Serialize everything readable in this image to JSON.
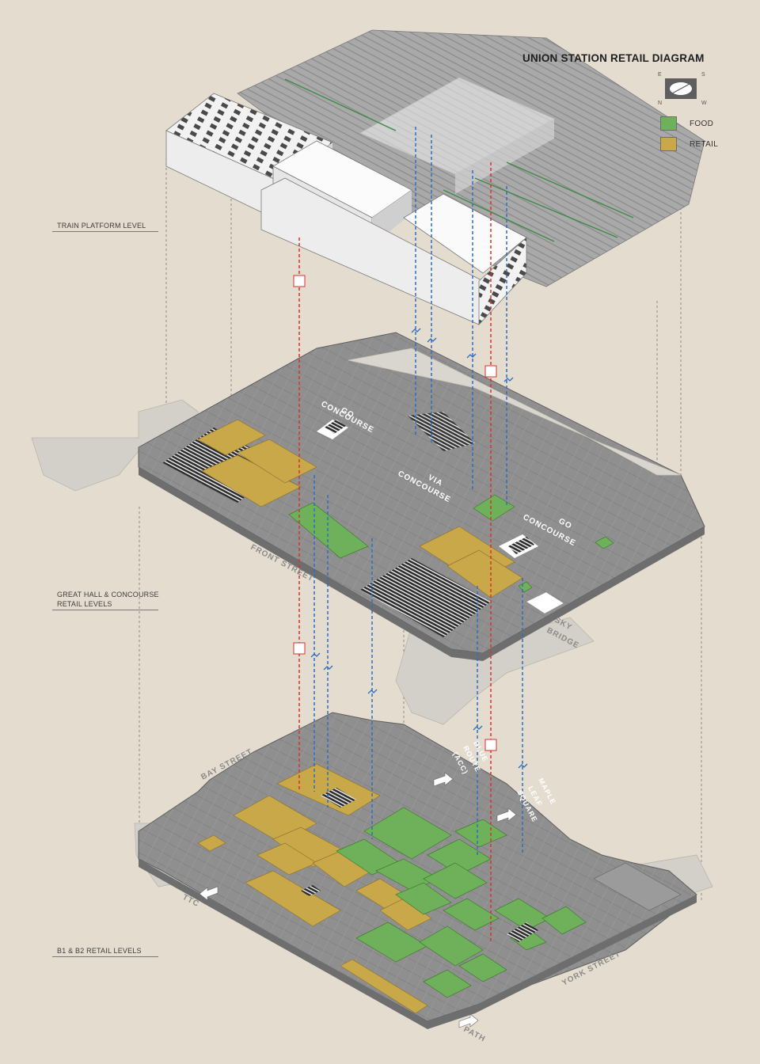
{
  "title": "UNION STATION RETAIL DIAGRAM",
  "compass": {
    "north": "N",
    "east": "E",
    "south": "S",
    "west": "W"
  },
  "legend": [
    {
      "label": "FOOD",
      "color": "#6fb05a"
    },
    {
      "label": "RETAIL",
      "color": "#c9a84a"
    }
  ],
  "levels": {
    "platform": "TRAIN PLATFORM LEVEL",
    "concourse_line1": "GREAT HALL & CONCOURSE",
    "concourse_line2": "RETAIL LEVELS",
    "basement": "B1 & B2 RETAIL LEVELS"
  },
  "map_labels": {
    "go_concourse_1_a": "GO",
    "go_concourse_1_b": "CONCOURSE",
    "via_concourse_a": "VIA",
    "via_concourse_b": "CONCOURSE",
    "go_concourse_2_a": "GO",
    "go_concourse_2_b": "CONCOURSE",
    "front_street": "FRONT STREET",
    "sky_bridge_a": "SKY",
    "sky_bridge_b": "BRIDGE",
    "bay_street": "BAY STREET",
    "blue_route_a": "BLUE",
    "blue_route_b": "ROUTE",
    "blue_route_c": "(ACC)",
    "maple_leaf_a": "MAPLE",
    "maple_leaf_b": "LEAF",
    "maple_leaf_c": "SQUARE",
    "ttc": "TTC",
    "york_street": "YORK STREET",
    "path": "PATH"
  },
  "colors": {
    "background": "#e4dccf",
    "food": "#6fb05a",
    "retail": "#c9a84a",
    "floor": "#8f8f8f",
    "street": "#d3d0ca",
    "elevator_line": "#d8322c",
    "escalator_line": "#2f6fc0"
  }
}
